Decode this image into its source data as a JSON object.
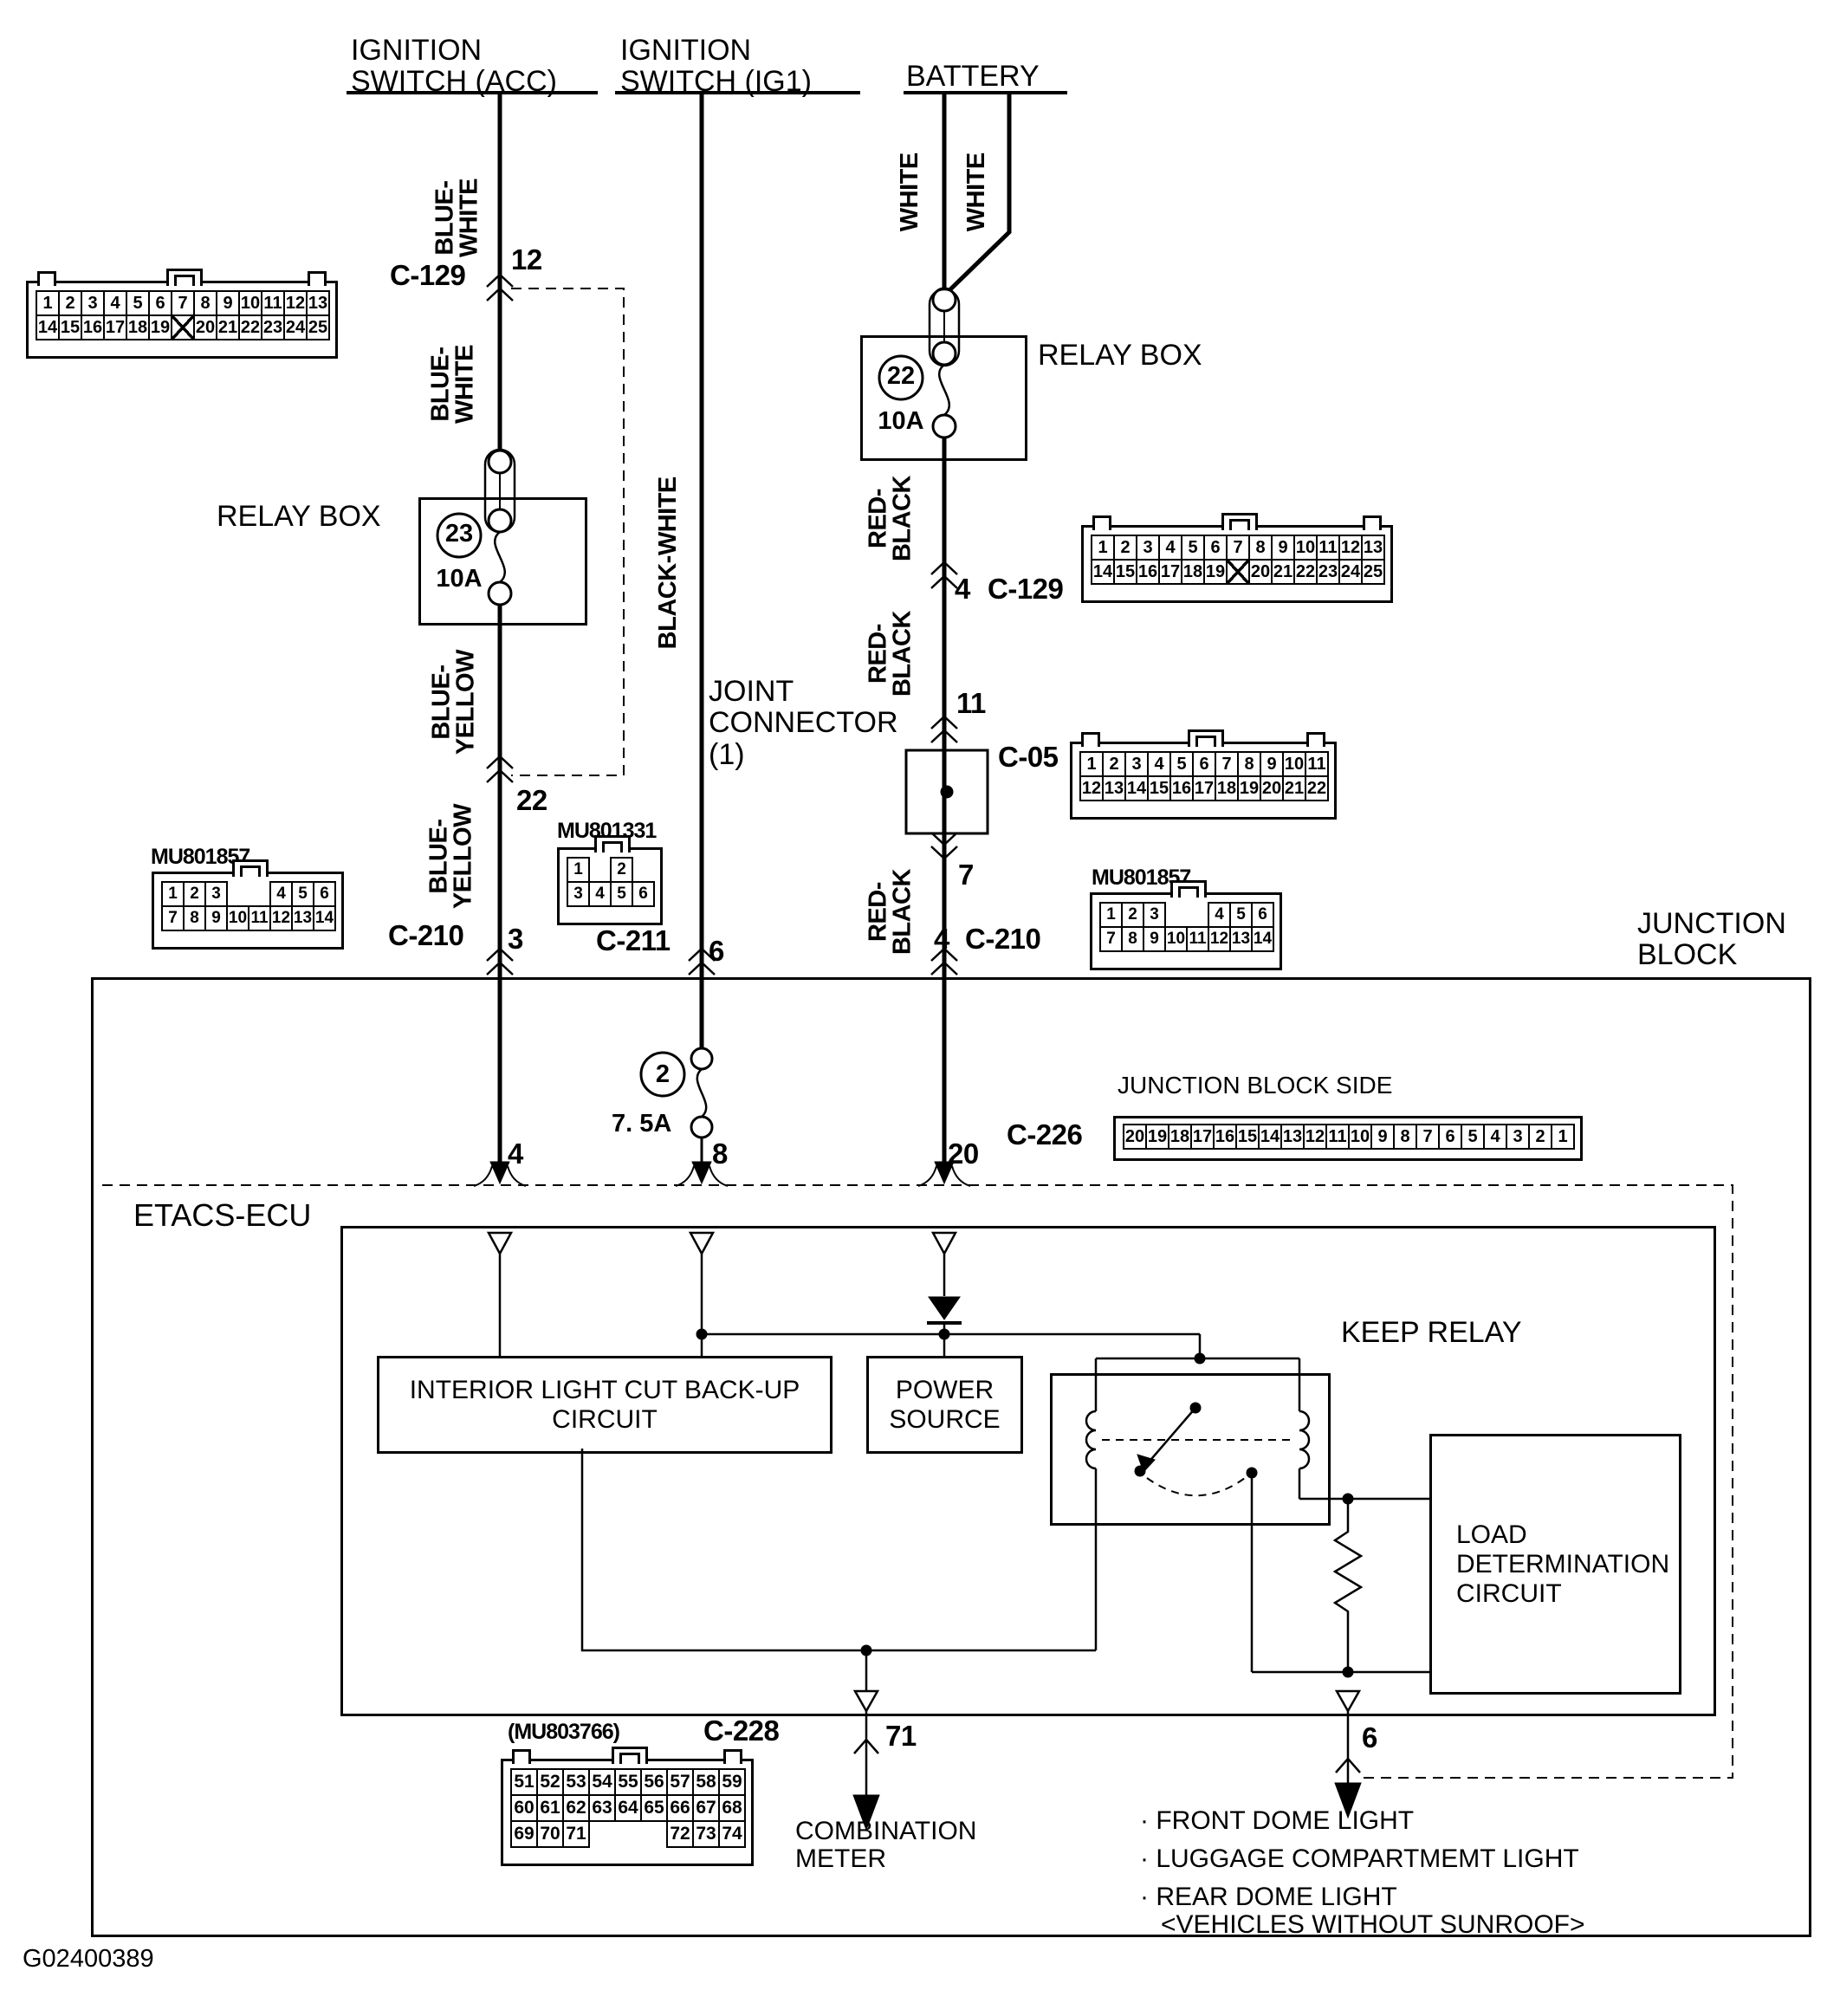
{
  "palette": {
    "ink": "#000000",
    "paper": "#ffffff"
  },
  "sources": {
    "acc": "IGNITION\nSWITCH (ACC)",
    "ig1": "IGNITION\nSWITCH (IG1)",
    "battery": "BATTERY"
  },
  "wires": {
    "blue_white": "BLUE-\nWHITE",
    "white": "WHITE",
    "black_white": "BLACK-WHITE",
    "blue_yellow": "BLUE-\nYELLOW",
    "red_black": "RED-\nBLACK"
  },
  "relays": {
    "left": {
      "label": "RELAY BOX",
      "fuse": "23",
      "amp": "10A"
    },
    "right": {
      "label": "RELAY BOX",
      "fuse": "22",
      "amp": "10A"
    }
  },
  "junction": {
    "name": "JUNCTION\nBLOCK",
    "side_label": "JUNCTION BLOCK SIDE",
    "fuse": "2",
    "amp": "7. 5A",
    "pin_w1": "4",
    "pin_w2": "8",
    "pin_w3": "20"
  },
  "joint": {
    "label": "JOINT\nCONNECTOR\n(1)"
  },
  "ecu": {
    "name": "ETACS-ECU",
    "interior": "INTERIOR LIGHT CUT\nBACK-UP CIRCUIT",
    "power": "POWER\nSOURCE",
    "keep": "KEEP RELAY",
    "load": "LOAD\nDETERMINATION\nCIRCUIT"
  },
  "conn": {
    "c129L": {
      "id": "C-129",
      "pin": "12",
      "r1": [
        "1",
        "2",
        "3",
        "4",
        "5",
        "6",
        "7",
        "8",
        "9",
        "10",
        "11",
        "12",
        "13"
      ],
      "r2": [
        "14",
        "15",
        "16",
        "17",
        "18",
        "19",
        "X",
        "20",
        "21",
        "22",
        "23",
        "24",
        "25"
      ]
    },
    "c129R": {
      "id": "C-129",
      "pin": "4",
      "r1": [
        "1",
        "2",
        "3",
        "4",
        "5",
        "6",
        "7",
        "8",
        "9",
        "10",
        "11",
        "12",
        "13"
      ],
      "r2": [
        "14",
        "15",
        "16",
        "17",
        "18",
        "19",
        "X",
        "20",
        "21",
        "22",
        "23",
        "24",
        "25"
      ]
    },
    "c05": {
      "id": "C-05",
      "pin_top": "11",
      "pin_bot": "7",
      "r1": [
        "1",
        "2",
        "3",
        "4",
        "5",
        "6",
        "7",
        "8",
        "9",
        "10",
        "11"
      ],
      "r2": [
        "12",
        "13",
        "14",
        "15",
        "16",
        "17",
        "18",
        "19",
        "20",
        "21",
        "22"
      ]
    },
    "c210L": {
      "id": "C-210",
      "part": "MU801857",
      "pin": "3",
      "r1": [
        "1",
        "2",
        "3",
        "",
        "",
        "4",
        "5",
        "6"
      ],
      "r2": [
        "7",
        "8",
        "9",
        "10",
        "11",
        "12",
        "13",
        "14"
      ]
    },
    "c211": {
      "id": "C-211",
      "part": "MU801331",
      "pin": "6",
      "r1": [
        "1",
        "",
        "2"
      ],
      "r2": [
        "3",
        "4",
        "5",
        "6"
      ]
    },
    "c210R": {
      "id": "C-210",
      "part": "MU801857",
      "pin": "4",
      "r1": [
        "1",
        "2",
        "3",
        "",
        "",
        "4",
        "5",
        "6"
      ],
      "r2": [
        "7",
        "8",
        "9",
        "10",
        "11",
        "12",
        "13",
        "14"
      ]
    },
    "c226": {
      "id": "C-226",
      "row": [
        "20",
        "19",
        "18",
        "17",
        "16",
        "15",
        "14",
        "13",
        "12",
        "11",
        "10",
        "9",
        "8",
        "7",
        "6",
        "5",
        "4",
        "3",
        "2",
        "1"
      ]
    },
    "c228": {
      "id": "C-228",
      "part": "(MU803766)",
      "pin": "71",
      "r1": [
        "51",
        "52",
        "53",
        "54",
        "55",
        "56",
        "57",
        "58",
        "59"
      ],
      "r2": [
        "60",
        "61",
        "62",
        "63",
        "64",
        "65",
        "66",
        "67",
        "68"
      ],
      "r3": [
        "69",
        "70",
        "71",
        "",
        "",
        "",
        "72",
        "73",
        "74"
      ]
    }
  },
  "outputs": {
    "comb": "COMBINATION\nMETER",
    "pin6": "6",
    "load1": "· FRONT DOME LIGHT",
    "load2": "· LUGGAGE COMPARTMEMT LIGHT",
    "load3": "· REAR DOME LIGHT",
    "note": "<VEHICLES WITHOUT SUNROOF>"
  },
  "footer": "G02400389"
}
